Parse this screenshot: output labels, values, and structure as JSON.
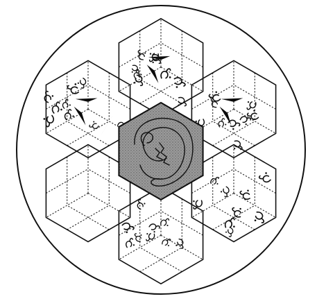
{
  "illustration": {
    "rosette_hexagons": 7,
    "center_hexagon": {
      "shading": "stippled-gray",
      "fill": "#8f8f8f"
    },
    "colors": {
      "ink": "#111111",
      "paper": "#ffffff",
      "center_shade": "#8f8f8f"
    },
    "hexagons": [
      {
        "id": "center",
        "kind": "shaded-core",
        "motifs": "curled-figure"
      },
      {
        "id": "top",
        "kind": "folded-cubes",
        "motifs": true
      },
      {
        "id": "upper-right",
        "kind": "folded-cubes",
        "motifs": true
      },
      {
        "id": "lower-right",
        "kind": "tumbling-blocks",
        "motifs": true
      },
      {
        "id": "bottom",
        "kind": "tumbling-blocks",
        "motifs": true
      },
      {
        "id": "lower-left",
        "kind": "tumbling-blocks",
        "motifs": false
      },
      {
        "id": "upper-left",
        "kind": "folded-cubes",
        "motifs": true
      }
    ]
  }
}
